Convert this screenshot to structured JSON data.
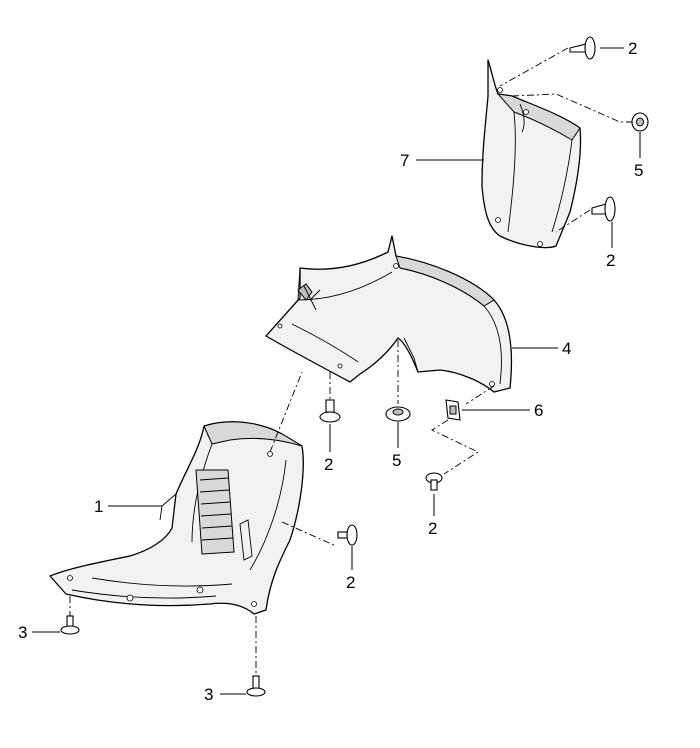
{
  "diagram": {
    "callouts": [
      {
        "id": "c2-top",
        "label": "2"
      },
      {
        "id": "c5-top",
        "label": "5"
      },
      {
        "id": "c7",
        "label": "7"
      },
      {
        "id": "c2-right-upper",
        "label": "2"
      },
      {
        "id": "c4",
        "label": "4"
      },
      {
        "id": "c6",
        "label": "6"
      },
      {
        "id": "c2-mid",
        "label": "2"
      },
      {
        "id": "c5-mid",
        "label": "5"
      },
      {
        "id": "c2-center-low",
        "label": "2"
      },
      {
        "id": "c1",
        "label": "1"
      },
      {
        "id": "c2-lower",
        "label": "2"
      },
      {
        "id": "c3-left",
        "label": "3"
      },
      {
        "id": "c3-bottom",
        "label": "3"
      }
    ]
  }
}
